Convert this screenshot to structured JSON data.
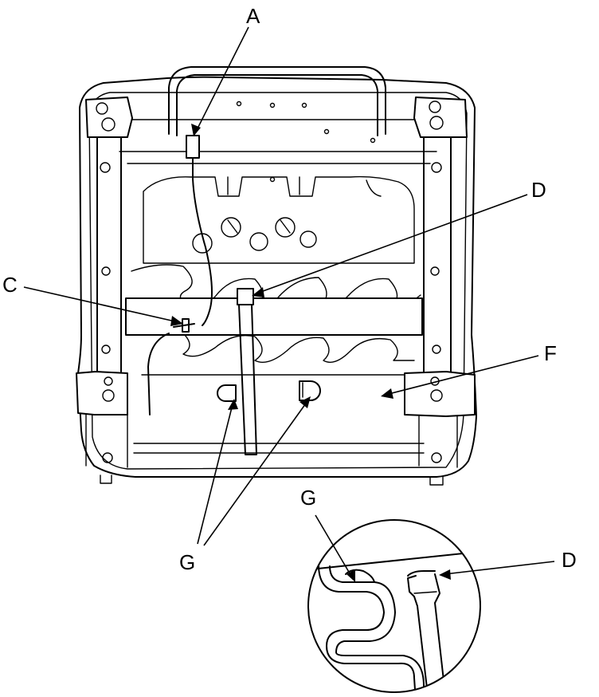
{
  "callouts": {
    "a": "A",
    "c": "C",
    "d": "D",
    "f": "F",
    "g": "G",
    "g_detail": "G",
    "d_detail": "D"
  },
  "colors": {
    "line": "#000000",
    "background": "#ffffff"
  }
}
